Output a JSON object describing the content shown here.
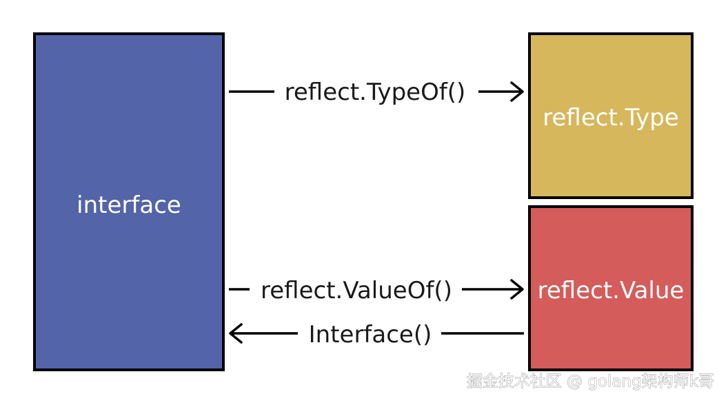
{
  "nodes": {
    "interface": {
      "label": "interface",
      "color": "#5364a8"
    },
    "type": {
      "label": "reflect.Type",
      "color": "#d6b75c"
    },
    "value": {
      "label": "reflect.Value",
      "color": "#d45c5a"
    }
  },
  "edges": {
    "typeof": {
      "label": "reflect.TypeOf()",
      "from": "interface",
      "to": "type"
    },
    "valueof": {
      "label": "reflect.ValueOf()",
      "from": "interface",
      "to": "value"
    },
    "interface": {
      "label": "Interface()",
      "from": "value",
      "to": "interface"
    }
  },
  "watermark": "掘金技术社区 @ golang架构师k哥"
}
